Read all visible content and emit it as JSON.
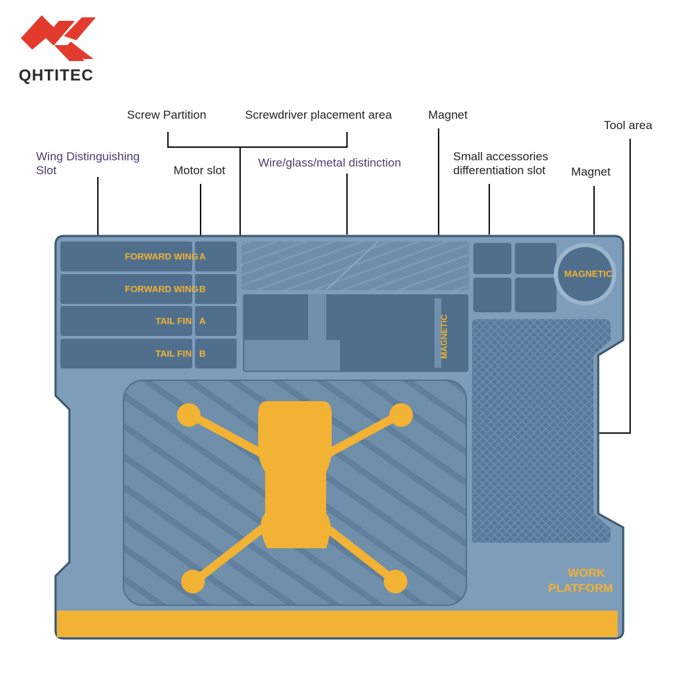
{
  "brand": {
    "name": "QHTITEC",
    "logo_color": "#e23b2e"
  },
  "callouts": {
    "screw_partition": "Screw Partition",
    "screwdriver_area": "Screwdriver placement area",
    "magnet_top": "Magnet",
    "tool_area": "Tool area",
    "wing_slot_line1": "Wing Distinguishing",
    "wing_slot_line2": "Slot",
    "motor_slot": "Motor slot",
    "wire_glass_metal": "Wire/glass/metal distinction",
    "small_acc_line1": "Small accessories",
    "small_acc_line2": "differentiation slot",
    "magnet_right": "Magnet"
  },
  "mat": {
    "wing_rows": [
      {
        "label": "FORWARD WING",
        "tag": "A"
      },
      {
        "label": "FORWARD WING",
        "tag": "B"
      },
      {
        "label": "TAIL FIN",
        "tag": "A"
      },
      {
        "label": "TAIL FIN",
        "tag": "B"
      }
    ],
    "magnetic_vertical": "MAGNETIC",
    "magnetic_round": "MAGNETIC",
    "work_line1": "WORK",
    "work_line2": "PLATFORM"
  },
  "colors": {
    "mat": "#7c9cb8",
    "mat_dark": "#4f6f8d",
    "accent": "#f2b233",
    "outline": "#1f2a36"
  }
}
